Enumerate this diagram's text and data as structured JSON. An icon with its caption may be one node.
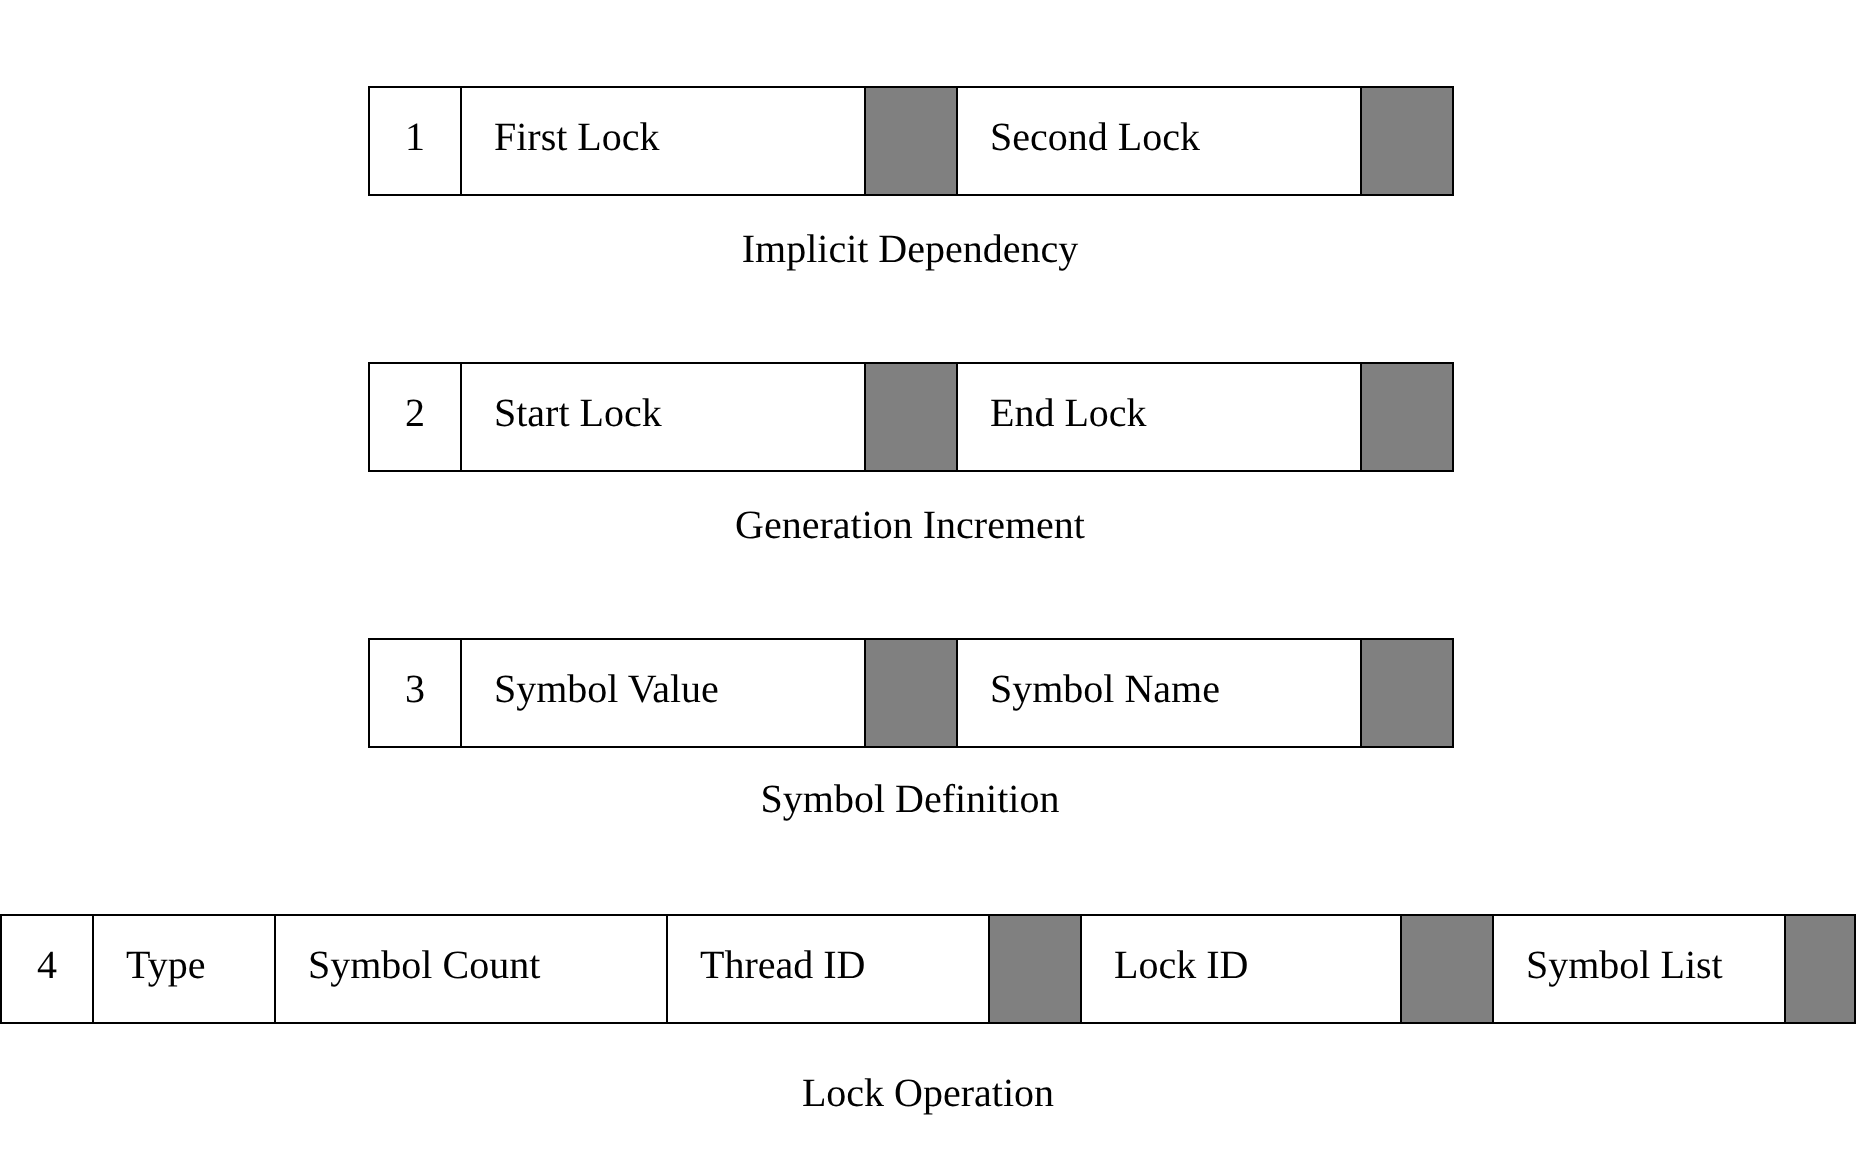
{
  "diagram": {
    "nodes": [
      {
        "text": [
          "1"
        ]
      },
      {
        "text": [
          "First Lock"
        ]
      },
      {
        "text": [],
        "shape": "box"
      },
      {
        "text": [
          "Second Lock"
        ]
      },
      {
        "text": [],
        "shape": "box"
      },
      {
        "text": [
          "2"
        ]
      },
      {
        "text": [
          "Start Lock"
        ]
      },
      {
        "text": [],
        "shape": "box"
      },
      {
        "text": [
          "End Lock"
        ]
      },
      {
        "text": [],
        "shape": "box"
      },
      {
        "text": [
          "3"
        ]
      },
      {
        "text": [
          "Symbol Value"
        ]
      },
      {
        "text": [],
        "shape": "box"
      },
      {
        "text": [
          "Symbol Name"
        ]
      },
      {
        "text": [],
        "shape": "box"
      },
      {
        "text": [
          "4"
        ]
      },
      {
        "text": [
          "Type"
        ]
      },
      {
        "text": [
          "Symbol Count"
        ]
      },
      {
        "text": [
          "Thread ID"
        ]
      },
      {
        "text": [],
        "shape": "box"
      },
      {
        "text": [
          "Lock ID"
        ]
      },
      {
        "text": [],
        "shape": "box"
      },
      {
        "text": [
          "Symbol List"
        ]
      },
      {
        "text": [],
        "shape": "box"
      }
    ],
    "edges": [],
    "labels": [
      "Implicit Dependency",
      "Generation Increment",
      "Symbol Definition",
      "Lock Operation"
    ]
  }
}
